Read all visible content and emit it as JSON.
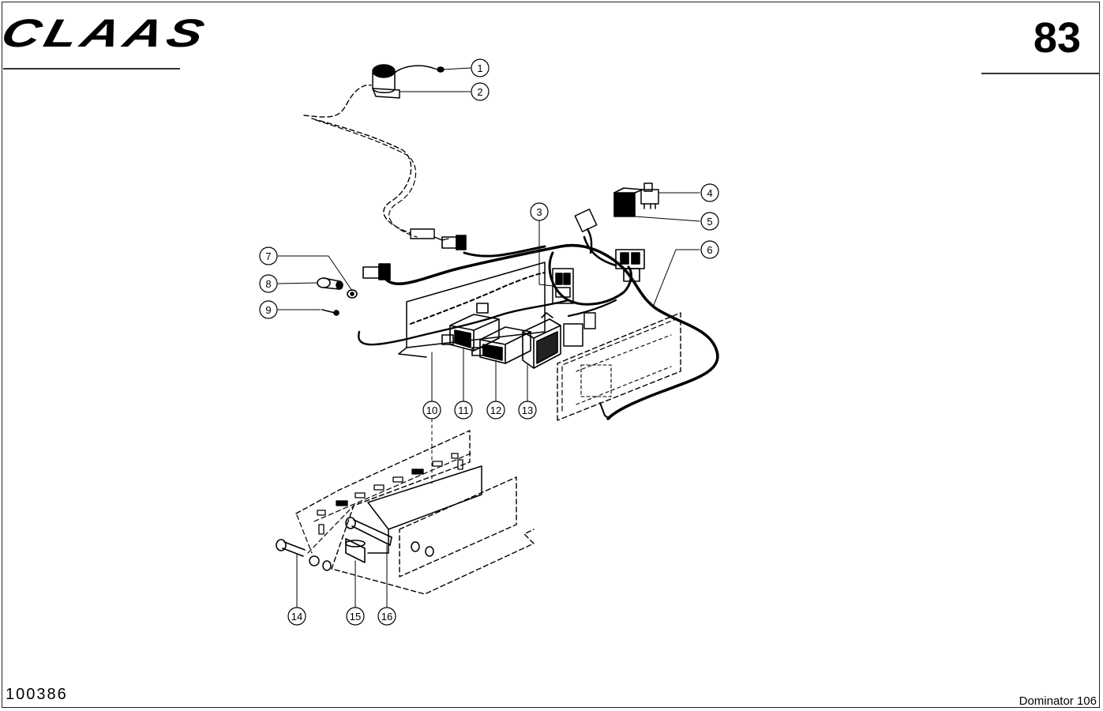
{
  "header": {
    "brand": "CLAAS",
    "page_number": "83"
  },
  "footer": {
    "drawing_number": "100386",
    "model": "Dominator 106"
  },
  "callouts": [
    "1",
    "2",
    "3",
    "4",
    "5",
    "6",
    "7",
    "8",
    "9",
    "10",
    "11",
    "12",
    "13",
    "14",
    "15",
    "16"
  ]
}
